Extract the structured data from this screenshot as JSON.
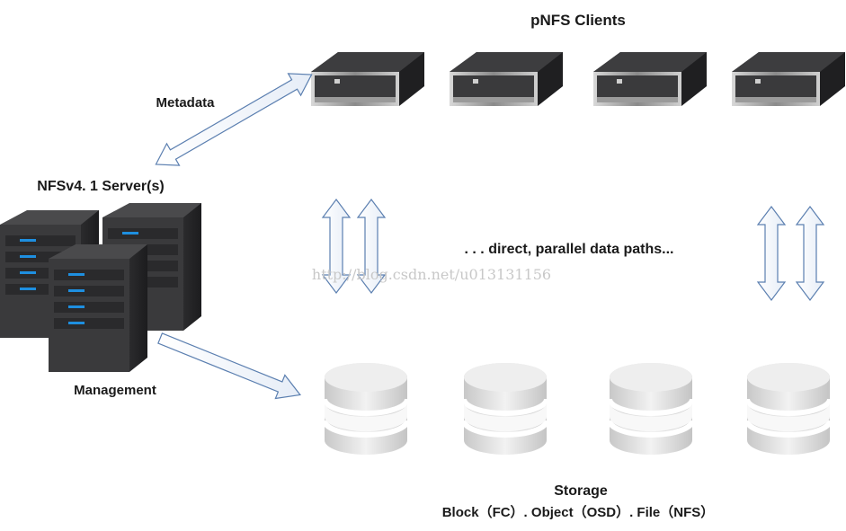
{
  "title": "pNFS Clients",
  "server_label": "NFSv4. 1  Server(s)",
  "metadata_label": "Metadata",
  "management_label": "Management",
  "data_paths_label": ". . . direct, parallel data paths...",
  "storage_label": "Storage",
  "storage_types_label": "Block（FC）.  Object（OSD）. File（NFS）",
  "watermark": "http://blog.csdn.net/u013131156",
  "colors": {
    "server_dark": "#3a3a3c",
    "server_led": "#1e8fe0",
    "disk_light": "#e2e2e2",
    "arrow_outline": "#5b7fb0"
  }
}
